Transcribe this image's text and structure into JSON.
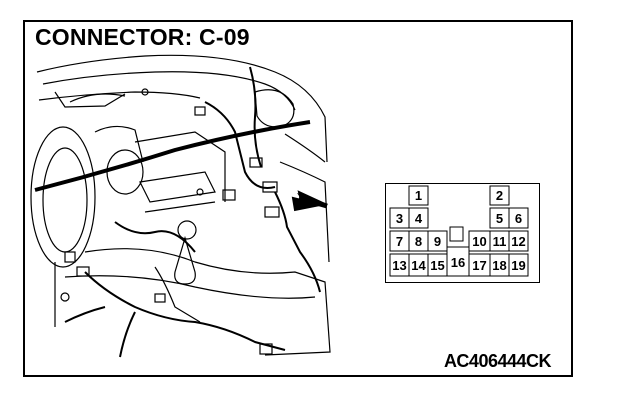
{
  "title": "CONNECTOR: C-09",
  "image_code": "AC406444CK",
  "colors": {
    "line": "#000000",
    "background": "#ffffff"
  },
  "icons": {
    "pointer": "arrow-icon"
  },
  "connector": {
    "pins": [
      {
        "label": "1"
      },
      {
        "label": "2"
      },
      {
        "label": "3"
      },
      {
        "label": "4"
      },
      {
        "label": "5"
      },
      {
        "label": "6"
      },
      {
        "label": "7"
      },
      {
        "label": "8"
      },
      {
        "label": "9"
      },
      {
        "label": "10"
      },
      {
        "label": "11"
      },
      {
        "label": "12"
      },
      {
        "label": "13"
      },
      {
        "label": "14"
      },
      {
        "label": "15"
      },
      {
        "label": "16"
      },
      {
        "label": "17"
      },
      {
        "label": "18"
      },
      {
        "label": "19"
      }
    ]
  }
}
